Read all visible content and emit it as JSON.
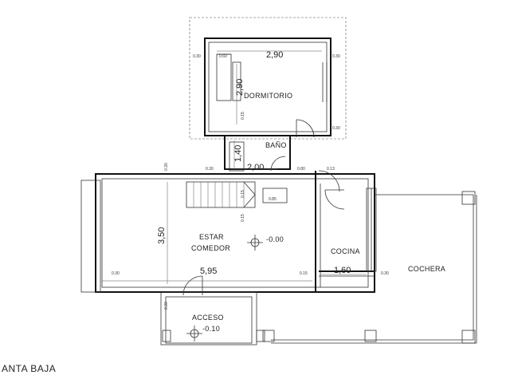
{
  "rooms": {
    "dormitorio": "DORMITORIO",
    "bano": "BAÑO",
    "estar_line1": "ESTAR",
    "estar_line2": "COMEDOR",
    "cocina": "COCINA",
    "cochera": "COCHERA",
    "acceso": "ACCESO"
  },
  "levels": {
    "main": "-0.00",
    "acceso": "-0.10"
  },
  "dimensions": {
    "dorm_width": "2,90",
    "dorm_depth": "2,90",
    "bano_depth": "1,40",
    "bano_width": "2,00",
    "estar_height": "3,50",
    "estar_width": "5,95",
    "cocina_width": "1,60"
  },
  "small_labels": {
    "l030": "0.30",
    "l060": "0.60",
    "l015": "0.15",
    "l080": "0.80",
    "l013": "0.13",
    "l085": "0.85"
  },
  "plan_title": "ANTA BAJA"
}
